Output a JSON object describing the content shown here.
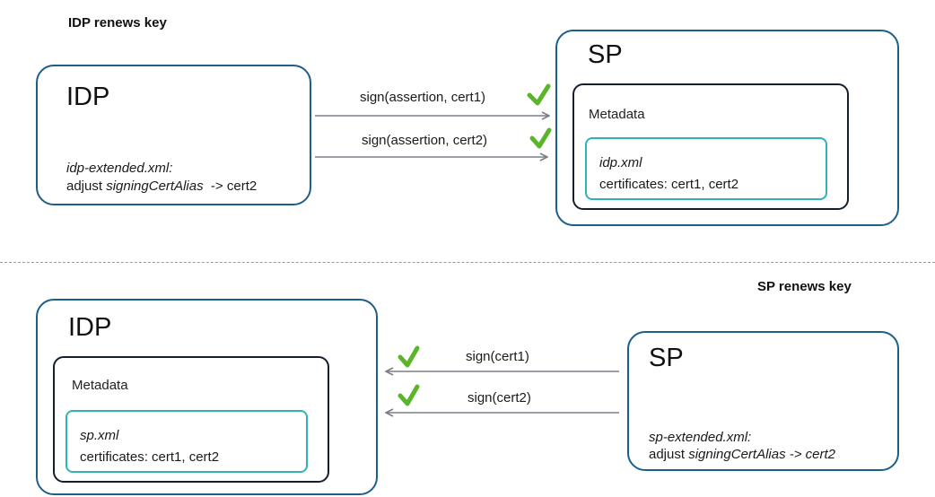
{
  "top": {
    "section_title": "IDP renews key",
    "idp": {
      "title": "IDP",
      "file": "idp-extended.xml:",
      "adjust_prefix": "adjust ",
      "adjust_prop": "signingCertAlias",
      "adjust_suffix": "  -> cert2"
    },
    "arrows": [
      "sign(assertion, cert1)",
      "sign(assertion, cert2)"
    ],
    "sp": {
      "title": "SP",
      "metadata_label": "Metadata",
      "file": "idp.xml",
      "certificates": "certificates: cert1, cert2"
    }
  },
  "bottom": {
    "section_title": "SP renews key",
    "idp": {
      "title": "IDP",
      "metadata_label": "Metadata",
      "file": "sp.xml",
      "certificates": "certificates: cert1, cert2"
    },
    "arrows": [
      "sign(cert1)",
      "sign(cert2)"
    ],
    "sp": {
      "title": "SP",
      "file": "sp-extended.xml:",
      "adjust_prefix": "adjust ",
      "adjust_prop": "signingCertAlias -> cert2"
    }
  },
  "colors": {
    "outer_border": "#1d5f86",
    "metadata_border": "#161d2b",
    "file_border": "#2fb3b8",
    "arrow": "#7a7f85",
    "check": "#5ab52a",
    "divider": "#9a9a9a"
  },
  "icons": [
    "checkmark-icon"
  ]
}
